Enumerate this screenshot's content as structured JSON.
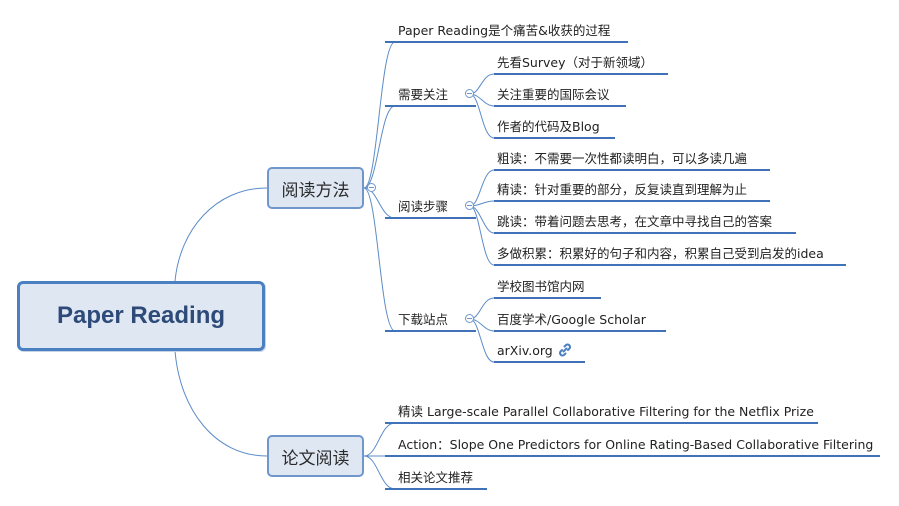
{
  "root": {
    "title": "Paper Reading"
  },
  "branches": [
    {
      "title": "阅读方法",
      "children": [
        {
          "title": "Paper Reading是个痛苦&收获的过程"
        },
        {
          "title": "需要关注",
          "children": [
            "先看Survey（对于新领域）",
            "关注重要的国际会议",
            "作者的代码及Blog"
          ]
        },
        {
          "title": "阅读步骤",
          "children": [
            "粗读：不需要一次性都读明白，可以多读几遍",
            "精读：针对重要的部分，反复读直到理解为止",
            "跳读：带着问题去思考，在文章中寻找自己的答案",
            "多做积累：积累好的句子和内容，积累自己受到启发的idea"
          ]
        },
        {
          "title": "下载站点",
          "children": [
            "学校图书馆内网",
            "百度学术/Google  Scholar",
            "arXiv.org"
          ]
        }
      ]
    },
    {
      "title": "论文阅读",
      "children": [
        {
          "title": "精读 Large-scale Parallel Collaborative Filtering for the Netflix Prize"
        },
        {
          "title": "Action：Slope One Predictors for Online Rating-Based Collaborative Filtering"
        },
        {
          "title": "相关论文推荐"
        }
      ]
    }
  ],
  "colors": {
    "line": "#5b8cc8",
    "underline": "#3f72b8",
    "node_fill": "#dfe7f3"
  },
  "icons": {
    "hyperlink": "link-icon",
    "collapse": "collapse-minus-icon"
  }
}
